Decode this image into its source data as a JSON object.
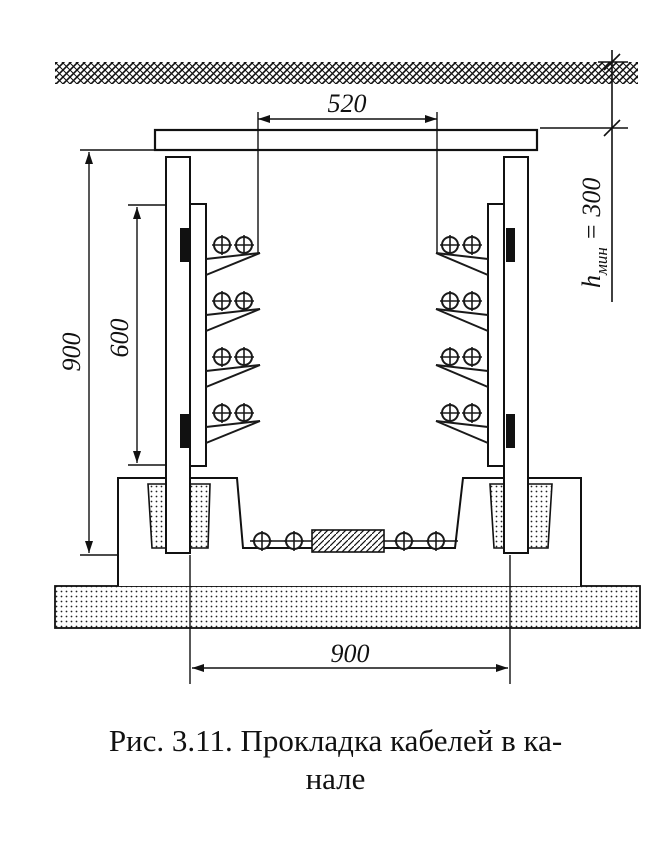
{
  "diagram": {
    "dimensions": {
      "top_width": "520",
      "wall_height": "900",
      "rack_height": "600",
      "min_depth": "h",
      "min_depth_sub": "мин",
      "min_depth_value": " = 300",
      "bottom_width": "900"
    },
    "shelves_per_side": 4,
    "cables_per_shelf": 2,
    "floor_cables_per_side": 2,
    "colors": {
      "ink": "#1a1a1a",
      "background": "#ffffff"
    }
  },
  "caption": {
    "line1": "Рис. 3.11. Прокладка кабелей в ка-",
    "line2": "нале"
  }
}
